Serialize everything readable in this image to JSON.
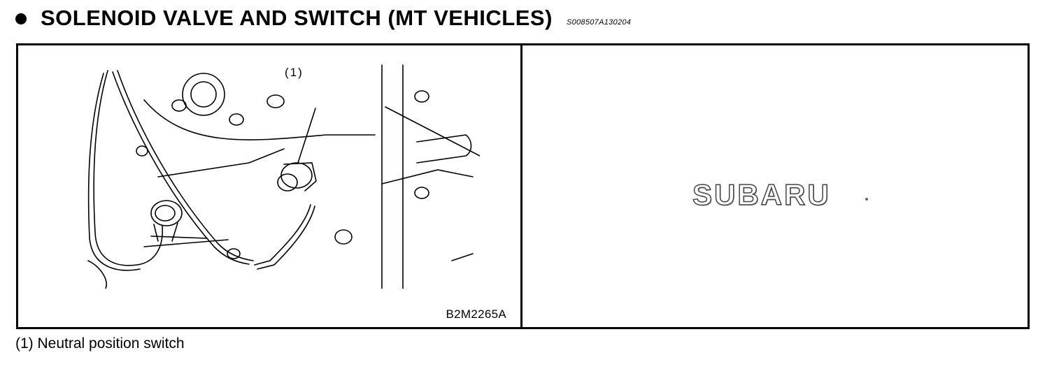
{
  "header": {
    "title": "SOLENOID VALVE AND SWITCH (MT VEHICLES)",
    "code": "S008507A130204"
  },
  "figure": {
    "callout_label": "(1)",
    "figure_id": "B2M2265A",
    "logo_text": "SUBARU"
  },
  "caption": {
    "text": "(1) Neutral position switch"
  },
  "icons": {
    "bullet": "bullet-dot-icon"
  }
}
